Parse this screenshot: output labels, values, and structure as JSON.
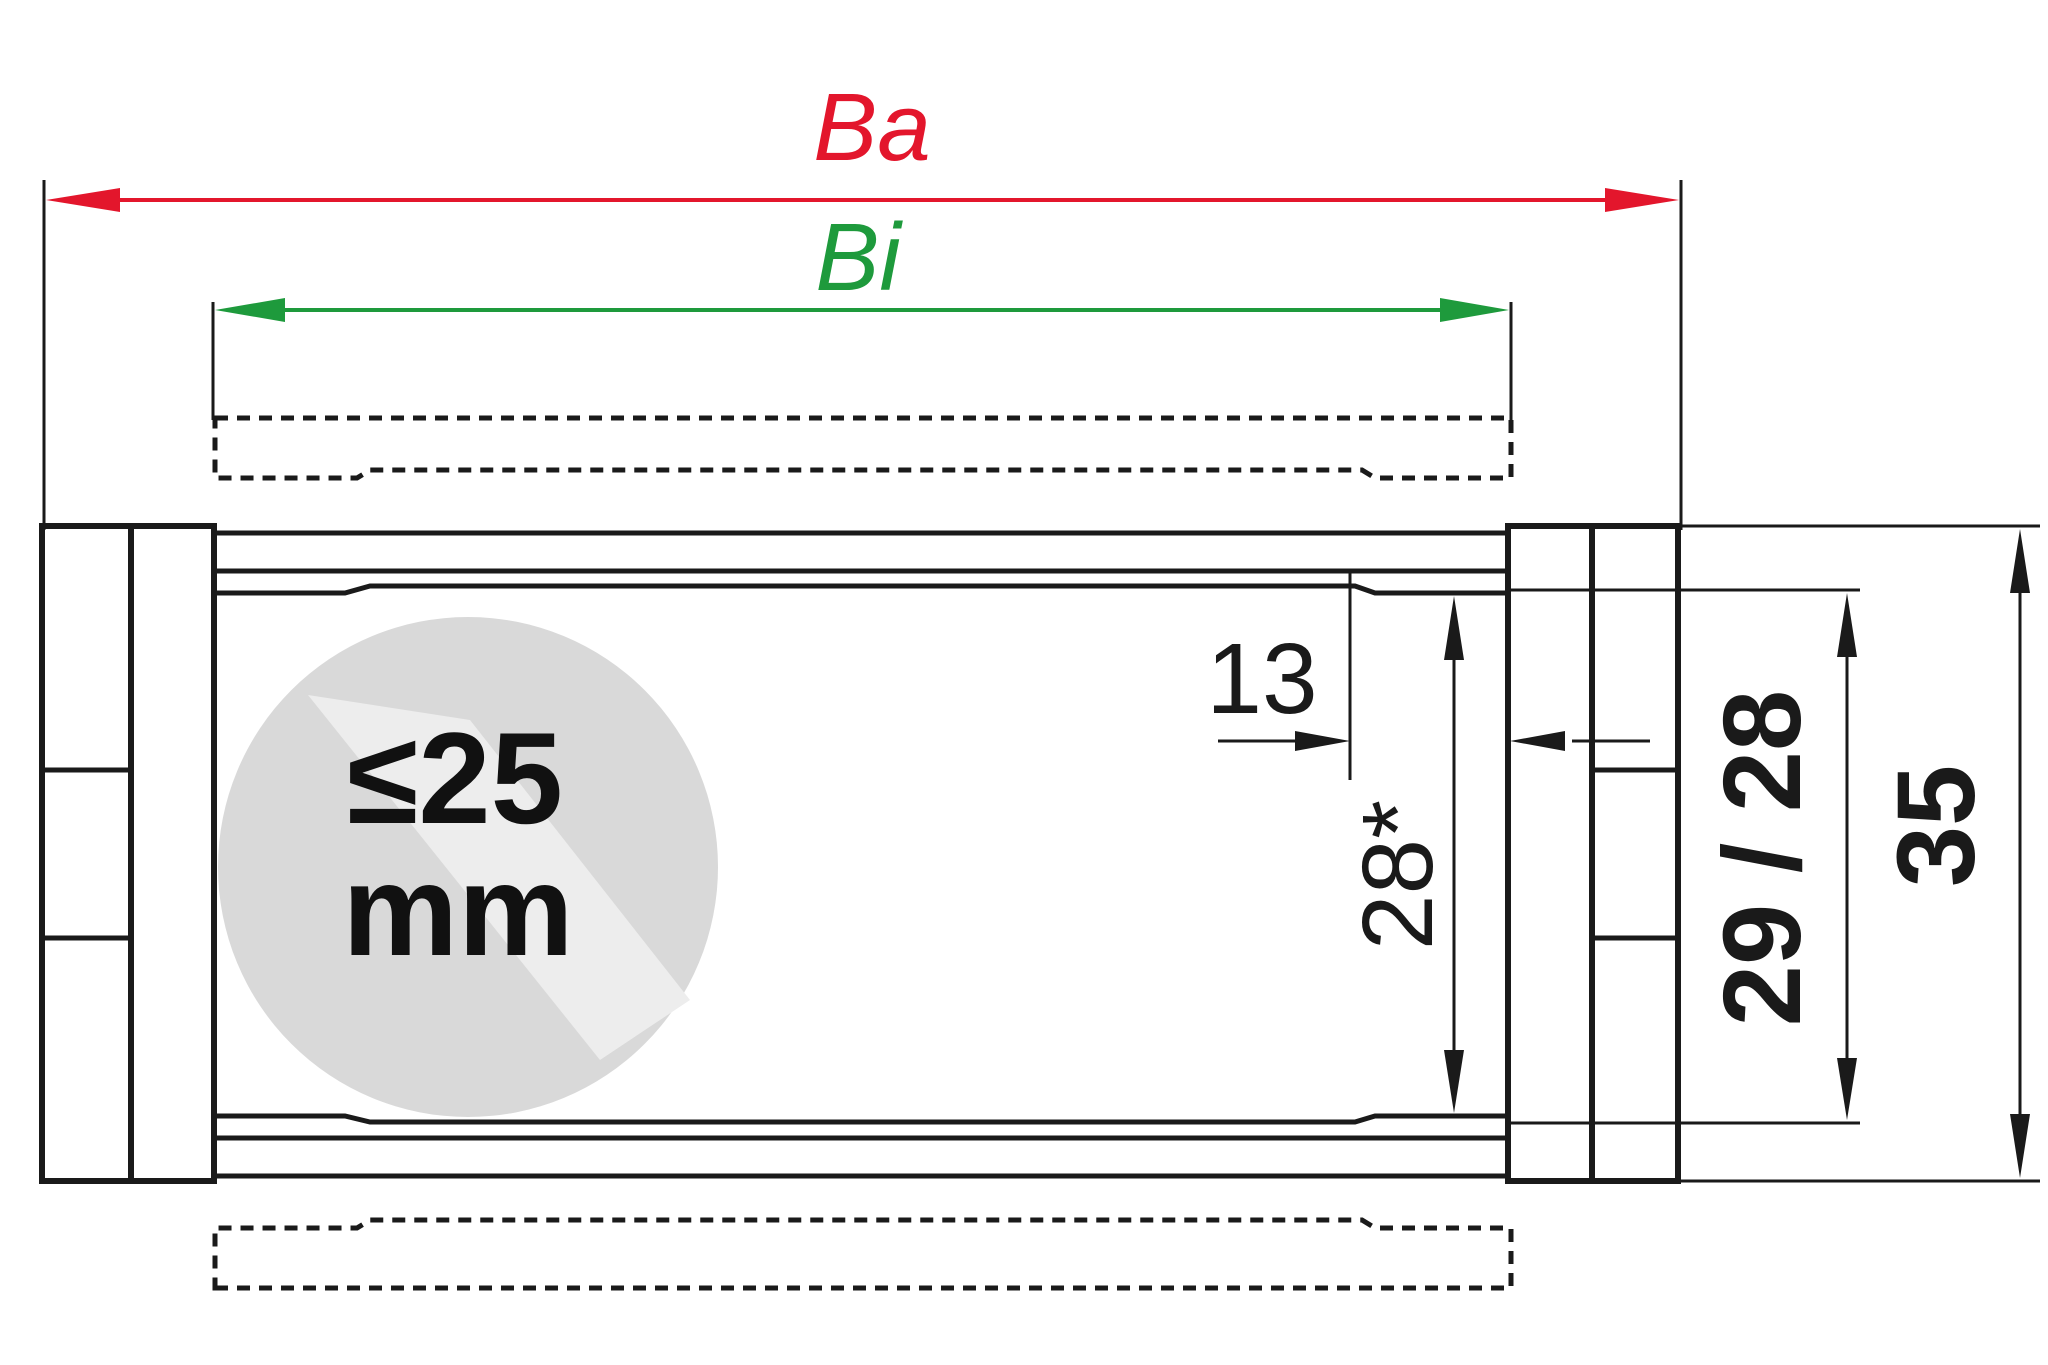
{
  "dimensions": {
    "outer_width": {
      "label": "Ba",
      "color": "#e3162c"
    },
    "inner_width": {
      "label": "Bi",
      "color": "#1e9a3c"
    },
    "offset": {
      "label": "13"
    },
    "inner_height_marked": {
      "label": "28*"
    },
    "inner_height": {
      "label": "29 / 28"
    },
    "outer_height": {
      "label": "35"
    }
  },
  "bend_radius_badge": {
    "line1": "≤25",
    "line2": "mm",
    "color": "#d9d9d9"
  },
  "colors": {
    "stroke": "#1a1a1a",
    "background": "#ffffff"
  }
}
